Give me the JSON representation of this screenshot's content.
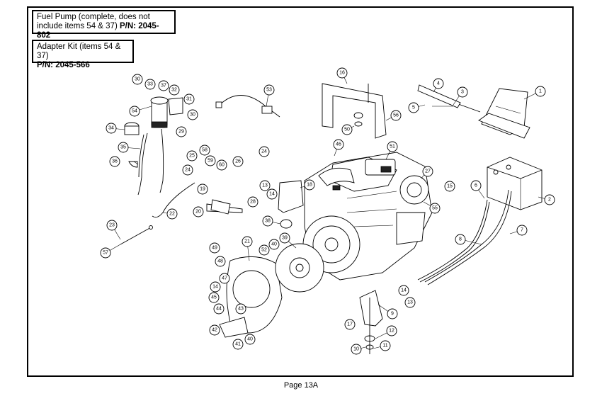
{
  "notes": {
    "fuel_pump_text": "Fuel Pump (complete, does not include items 54 & 37)",
    "fuel_pump_pn_label": "P/N:",
    "fuel_pump_pn": "2045-802",
    "adapter_kit_text": "Adapter Kit (items 54 & 37)",
    "adapter_kit_pn_label": "P/N:",
    "adapter_kit_pn": "2045-566"
  },
  "page_label": "Page 13A",
  "callouts": [
    "1",
    "2",
    "3",
    "4",
    "5",
    "6",
    "7",
    "8",
    "9",
    "10",
    "11",
    "12",
    "13",
    "13",
    "14",
    "14",
    "14",
    "15",
    "16",
    "17",
    "18",
    "19",
    "20",
    "21",
    "22",
    "23",
    "24",
    "24",
    "25",
    "26",
    "27",
    "28",
    "29",
    "30",
    "30",
    "31",
    "32",
    "33",
    "34",
    "35",
    "36",
    "37",
    "38",
    "39",
    "40",
    "40",
    "41",
    "42",
    "43",
    "44",
    "45",
    "46",
    "47",
    "48",
    "49",
    "50",
    "51",
    "52",
    "53",
    "54",
    "55",
    "56",
    "57",
    "58",
    "59",
    "60"
  ]
}
